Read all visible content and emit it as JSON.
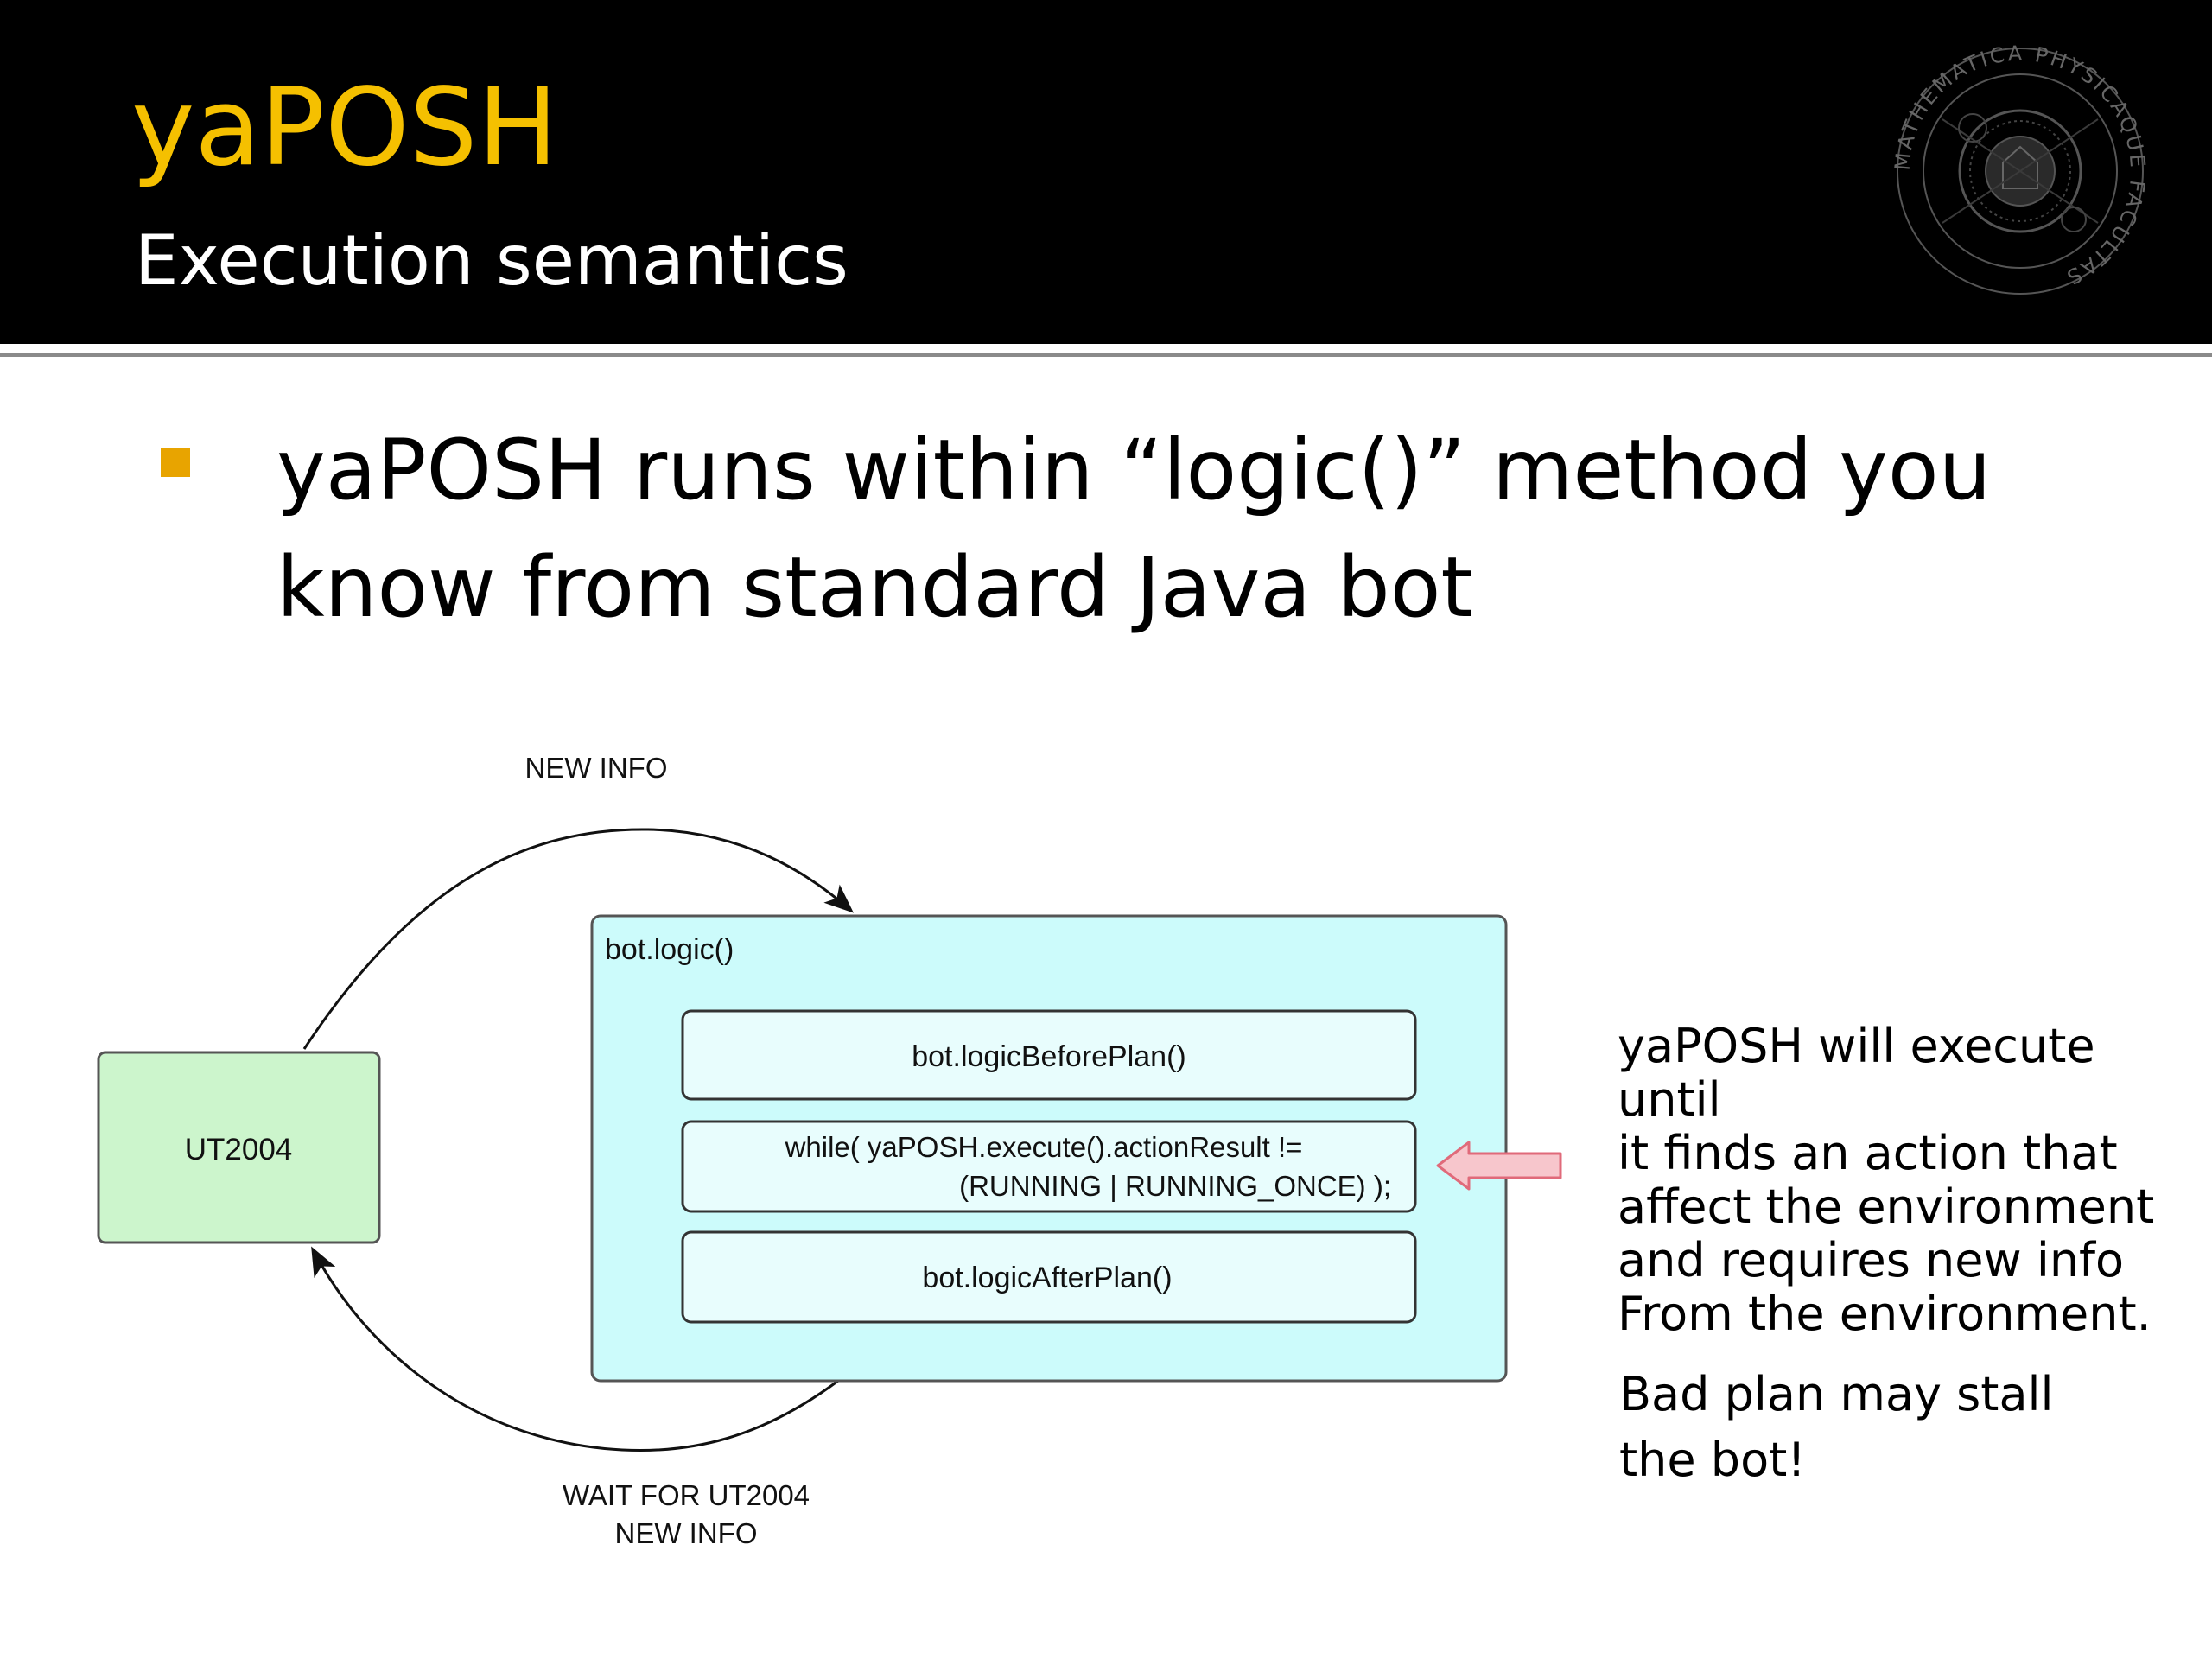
{
  "header": {
    "title": "yaPOSH",
    "subtitle": "Execution semantics",
    "seal_text": "MATHEMATICA PHYSICAQUE FACULTAS"
  },
  "bullet": {
    "text": "yaPOSH runs within “logic()” method you know from standard Java bot"
  },
  "diagram": {
    "ut_node": "UT2004",
    "container_label": "bot.logic()",
    "step1": "bot.logicBeforePlan()",
    "step2_line1": "while( yaPOSH.execute().actionResult !=",
    "step2_line2": "(RUNNING | RUNNING_ONCE) );",
    "step3": "bot.logicAfterPlan()",
    "top_edge_label": "NEW INFO",
    "bottom_edge_label_line1": "WAIT FOR UT2004",
    "bottom_edge_label_line2": "NEW INFO"
  },
  "side_note": {
    "paragraph1": "yaPOSH will execute until\nit finds an action that\naffect the environment\nand requires new info\nFrom the environment.",
    "paragraph2": "Bad plan may stall\nthe bot!"
  },
  "colors": {
    "header_bg": "#000000",
    "title": "#f5c000",
    "bullet": "#e8a400",
    "ut_node_fill": "#ccf5cc",
    "container_fill": "#ccfbfb",
    "step_fill": "#e8fdfd",
    "arrow_fill": "#f7c6cc",
    "arrow_stroke": "#e06a7a"
  }
}
